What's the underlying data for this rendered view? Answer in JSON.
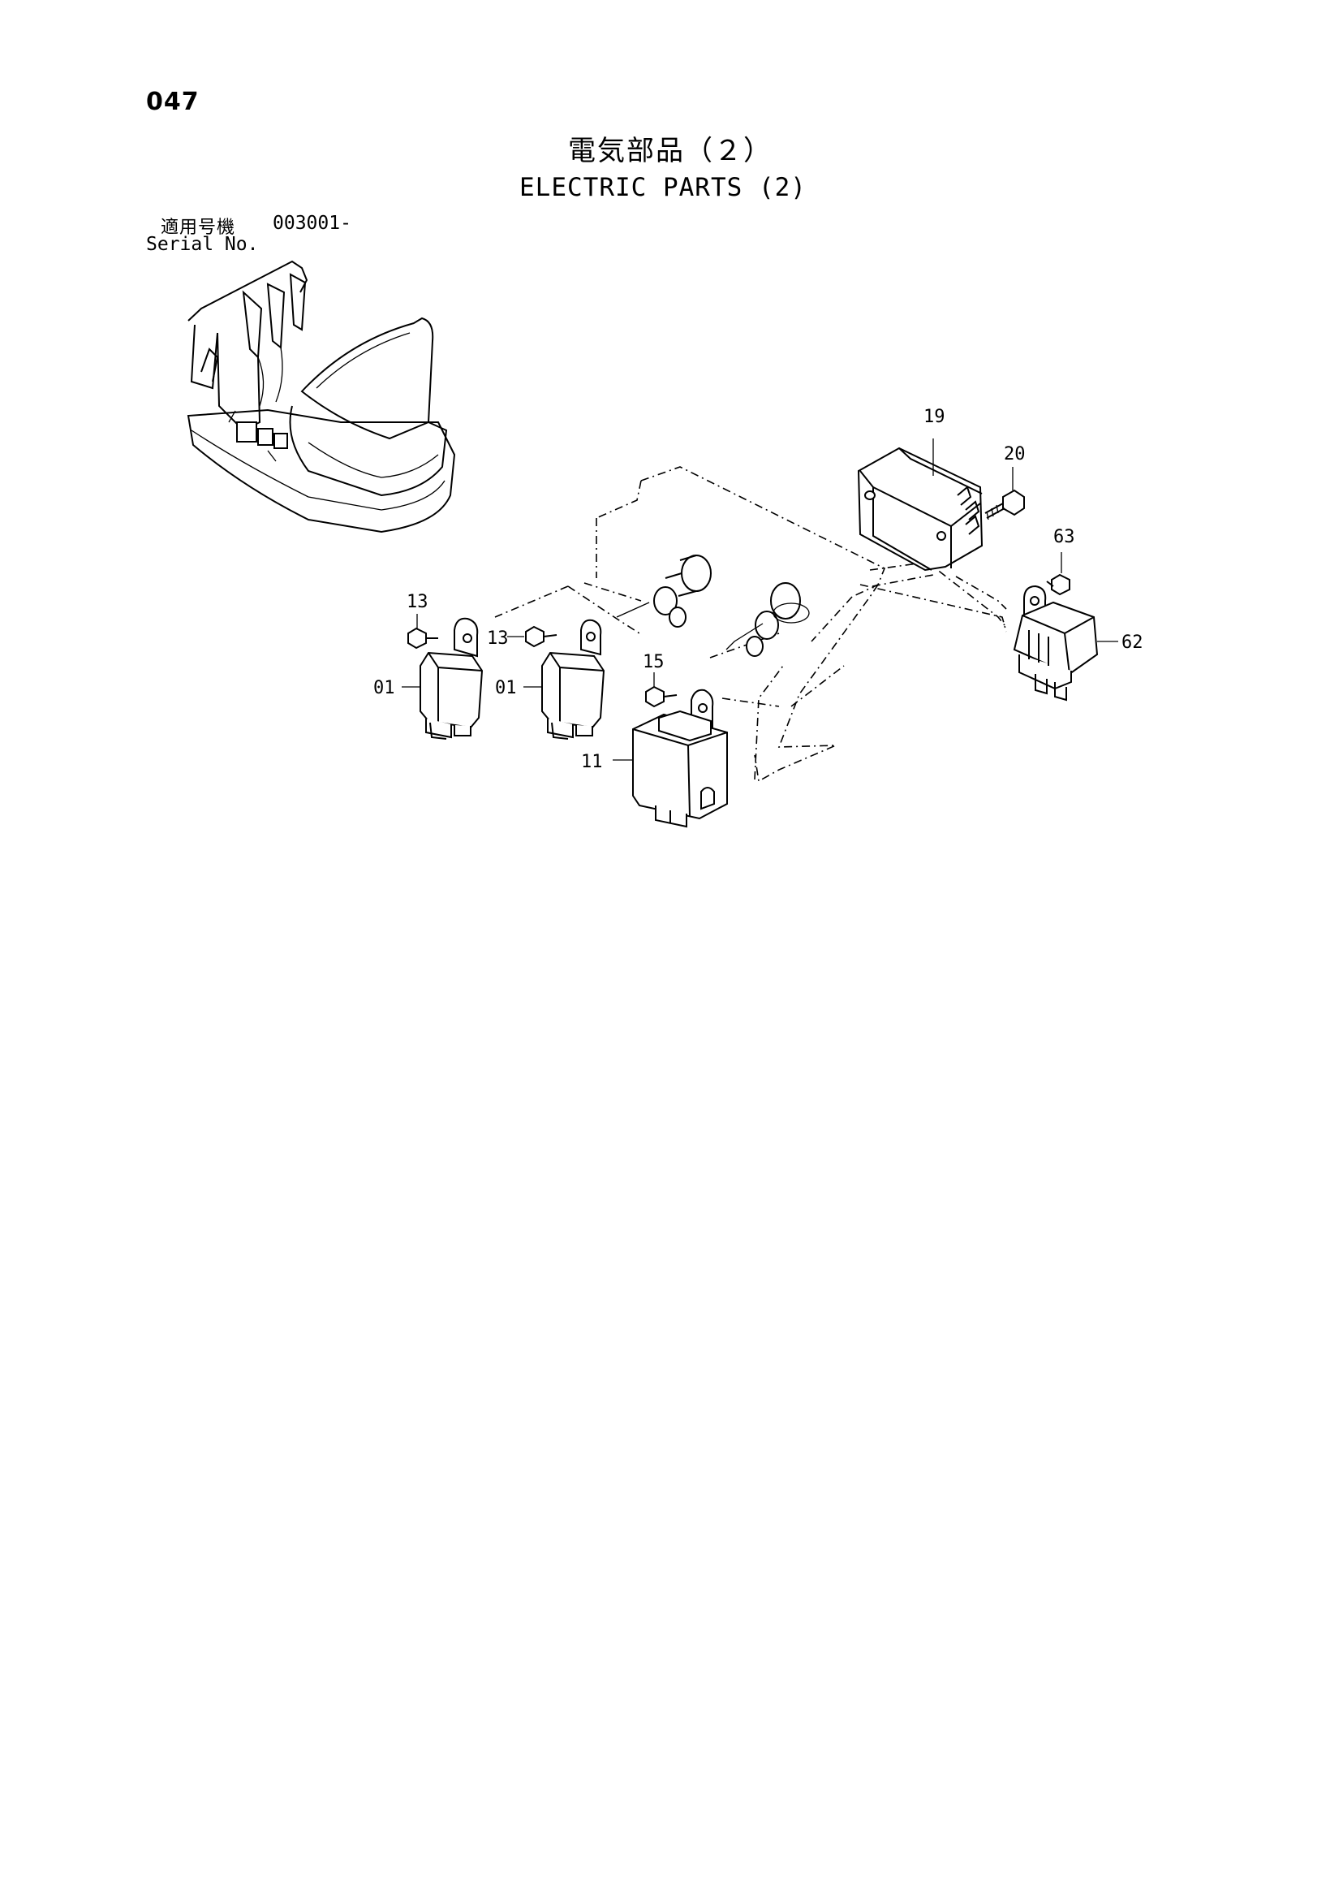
{
  "header": {
    "page_number": "047",
    "title_jp": "電気部品（２）",
    "title_en": "ELECTRIC PARTS (2)"
  },
  "serial": {
    "label_jp": "適用号機",
    "range": "003001-",
    "label_en": "Serial No."
  },
  "callouts": {
    "c19": "19",
    "c20": "20",
    "c63": "63",
    "c62": "62",
    "c13a": "13",
    "c13b": "13",
    "c15": "15",
    "c01a": "01",
    "c01b": "01",
    "c11": "11"
  }
}
